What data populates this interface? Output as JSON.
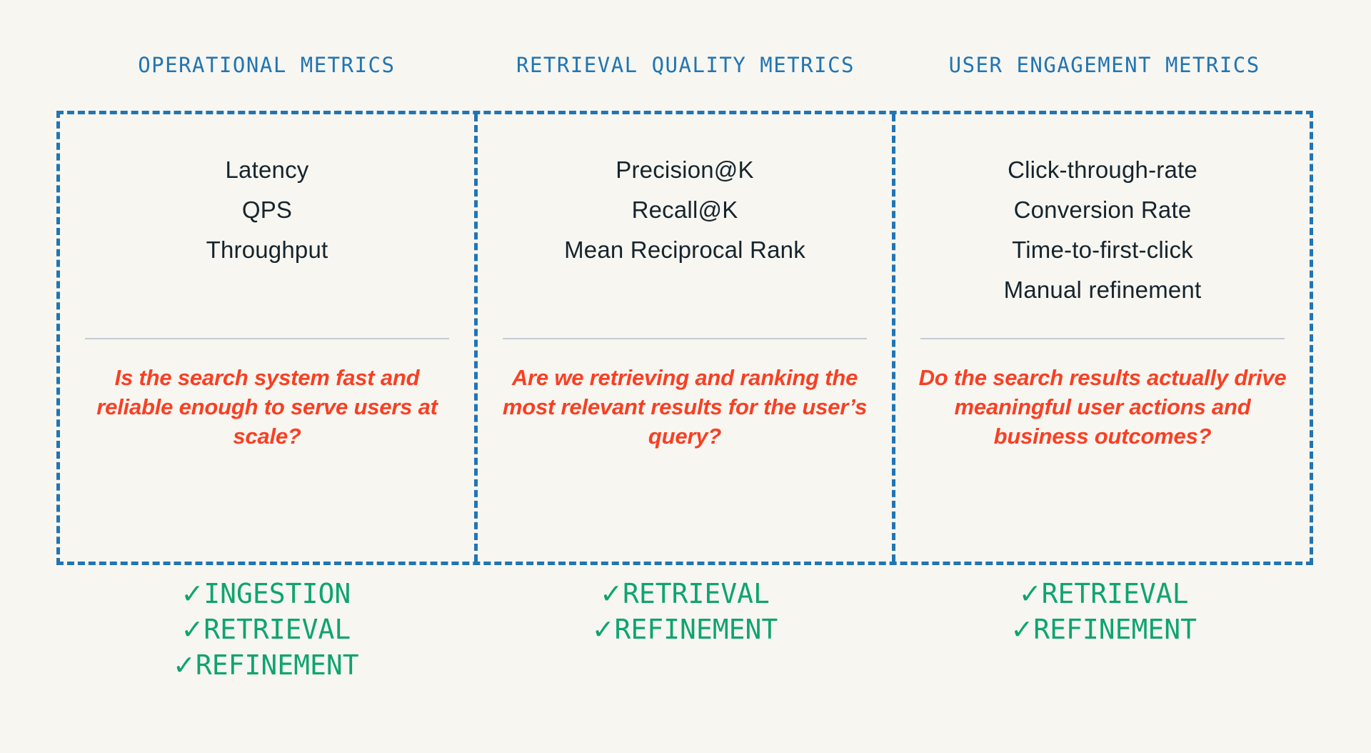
{
  "background_color": "#f7f6f1",
  "accent_colors": {
    "header_blue": "#2175b3",
    "metric_navy": "#16242c",
    "question_red": "#f93f23",
    "check_green": "#0fa46e",
    "rule_gray": "#c3cbd4"
  },
  "columns": [
    {
      "header": "OPERATIONAL METRICS",
      "metrics": [
        "Latency",
        "QPS",
        "Throughput"
      ],
      "question": "Is the search system fast and reliable enough to serve users at scale?",
      "stages": [
        "INGESTION",
        "RETRIEVAL",
        "REFINEMENT"
      ],
      "check_icon": "✓"
    },
    {
      "header": "RETRIEVAL QUALITY METRICS",
      "metrics": [
        "Precision@K",
        "Recall@K",
        "Mean Reciprocal Rank"
      ],
      "question": "Are we retrieving and ranking the most relevant results for the user’s query?",
      "stages": [
        "RETRIEVAL",
        "REFINEMENT"
      ],
      "check_icon": "✓"
    },
    {
      "header": "USER ENGAGEMENT METRICS",
      "metrics": [
        "Click-through-rate",
        "Conversion Rate",
        "Time-to-first-click",
        "Manual refinement"
      ],
      "question": "Do the search results actually drive meaningful user actions and business outcomes?",
      "stages": [
        "RETRIEVAL",
        "REFINEMENT"
      ],
      "check_icon": "✓"
    }
  ]
}
